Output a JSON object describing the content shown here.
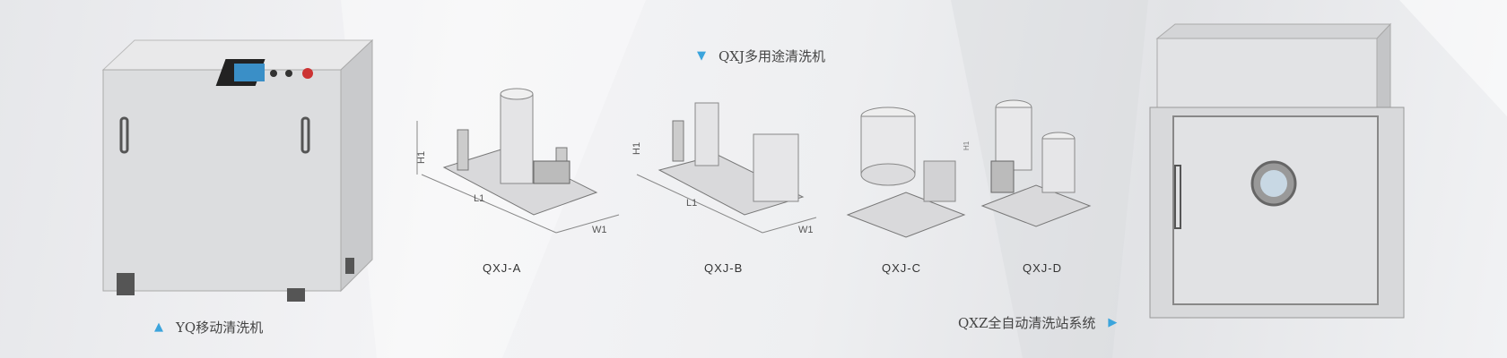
{
  "products": {
    "yq": {
      "label": "YQ移动清洗机"
    },
    "qxj": {
      "label": "QXJ多用途清洗机",
      "dimension_labels": {
        "h": "H1",
        "l": "L1",
        "w": "W1"
      },
      "models": [
        {
          "name": "QXJ-A"
        },
        {
          "name": "QXJ-B"
        },
        {
          "name": "QXJ-C"
        },
        {
          "name": "QXJ-D"
        }
      ]
    },
    "qxz": {
      "label": "QXZ全自动清洗站系统"
    }
  },
  "colors": {
    "accent": "#3ba4dc",
    "text": "#444444"
  }
}
